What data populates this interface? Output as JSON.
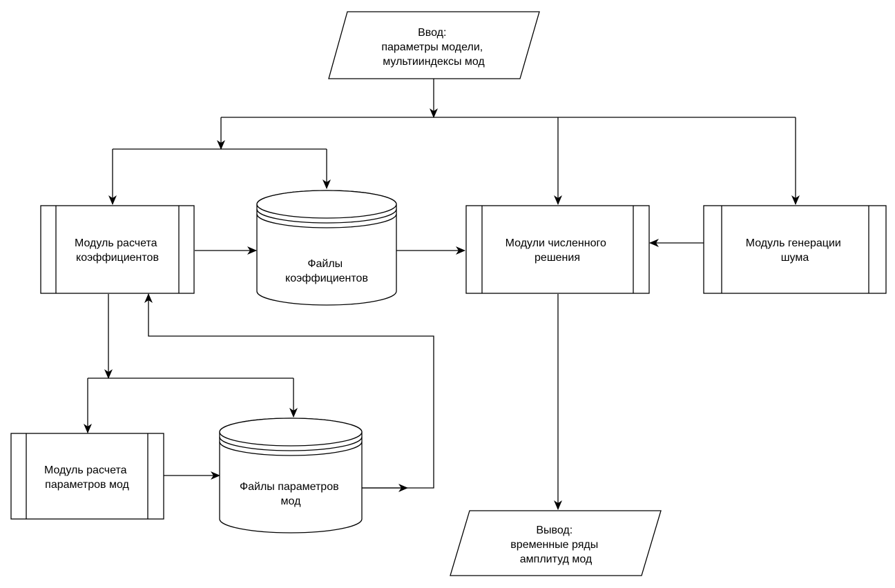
{
  "colors": {
    "stroke": "#000000",
    "fill": "#ffffff",
    "text": "#000000"
  },
  "nodes": {
    "input": {
      "shape": "parallelogram",
      "lines": [
        "Ввод:",
        "параметры модели,",
        "мультииндексы мод"
      ]
    },
    "coef_module": {
      "shape": "process",
      "lines": [
        "Модуль расчета",
        "коэффициентов"
      ]
    },
    "coef_files": {
      "shape": "database",
      "lines": [
        "Файлы",
        "коэффициентов"
      ]
    },
    "solver": {
      "shape": "process",
      "lines": [
        "Модули численного",
        "решения"
      ]
    },
    "noise": {
      "shape": "process",
      "lines": [
        "Модуль генерации",
        "шума"
      ]
    },
    "mode_module": {
      "shape": "process",
      "lines": [
        "Модуль расчета",
        "параметров мод"
      ]
    },
    "mode_files": {
      "shape": "database",
      "lines": [
        "Файлы параметров",
        "мод"
      ]
    },
    "output": {
      "shape": "parallelogram",
      "lines": [
        "Вывод:",
        "временные ряды",
        "амплитуд мод"
      ]
    }
  }
}
